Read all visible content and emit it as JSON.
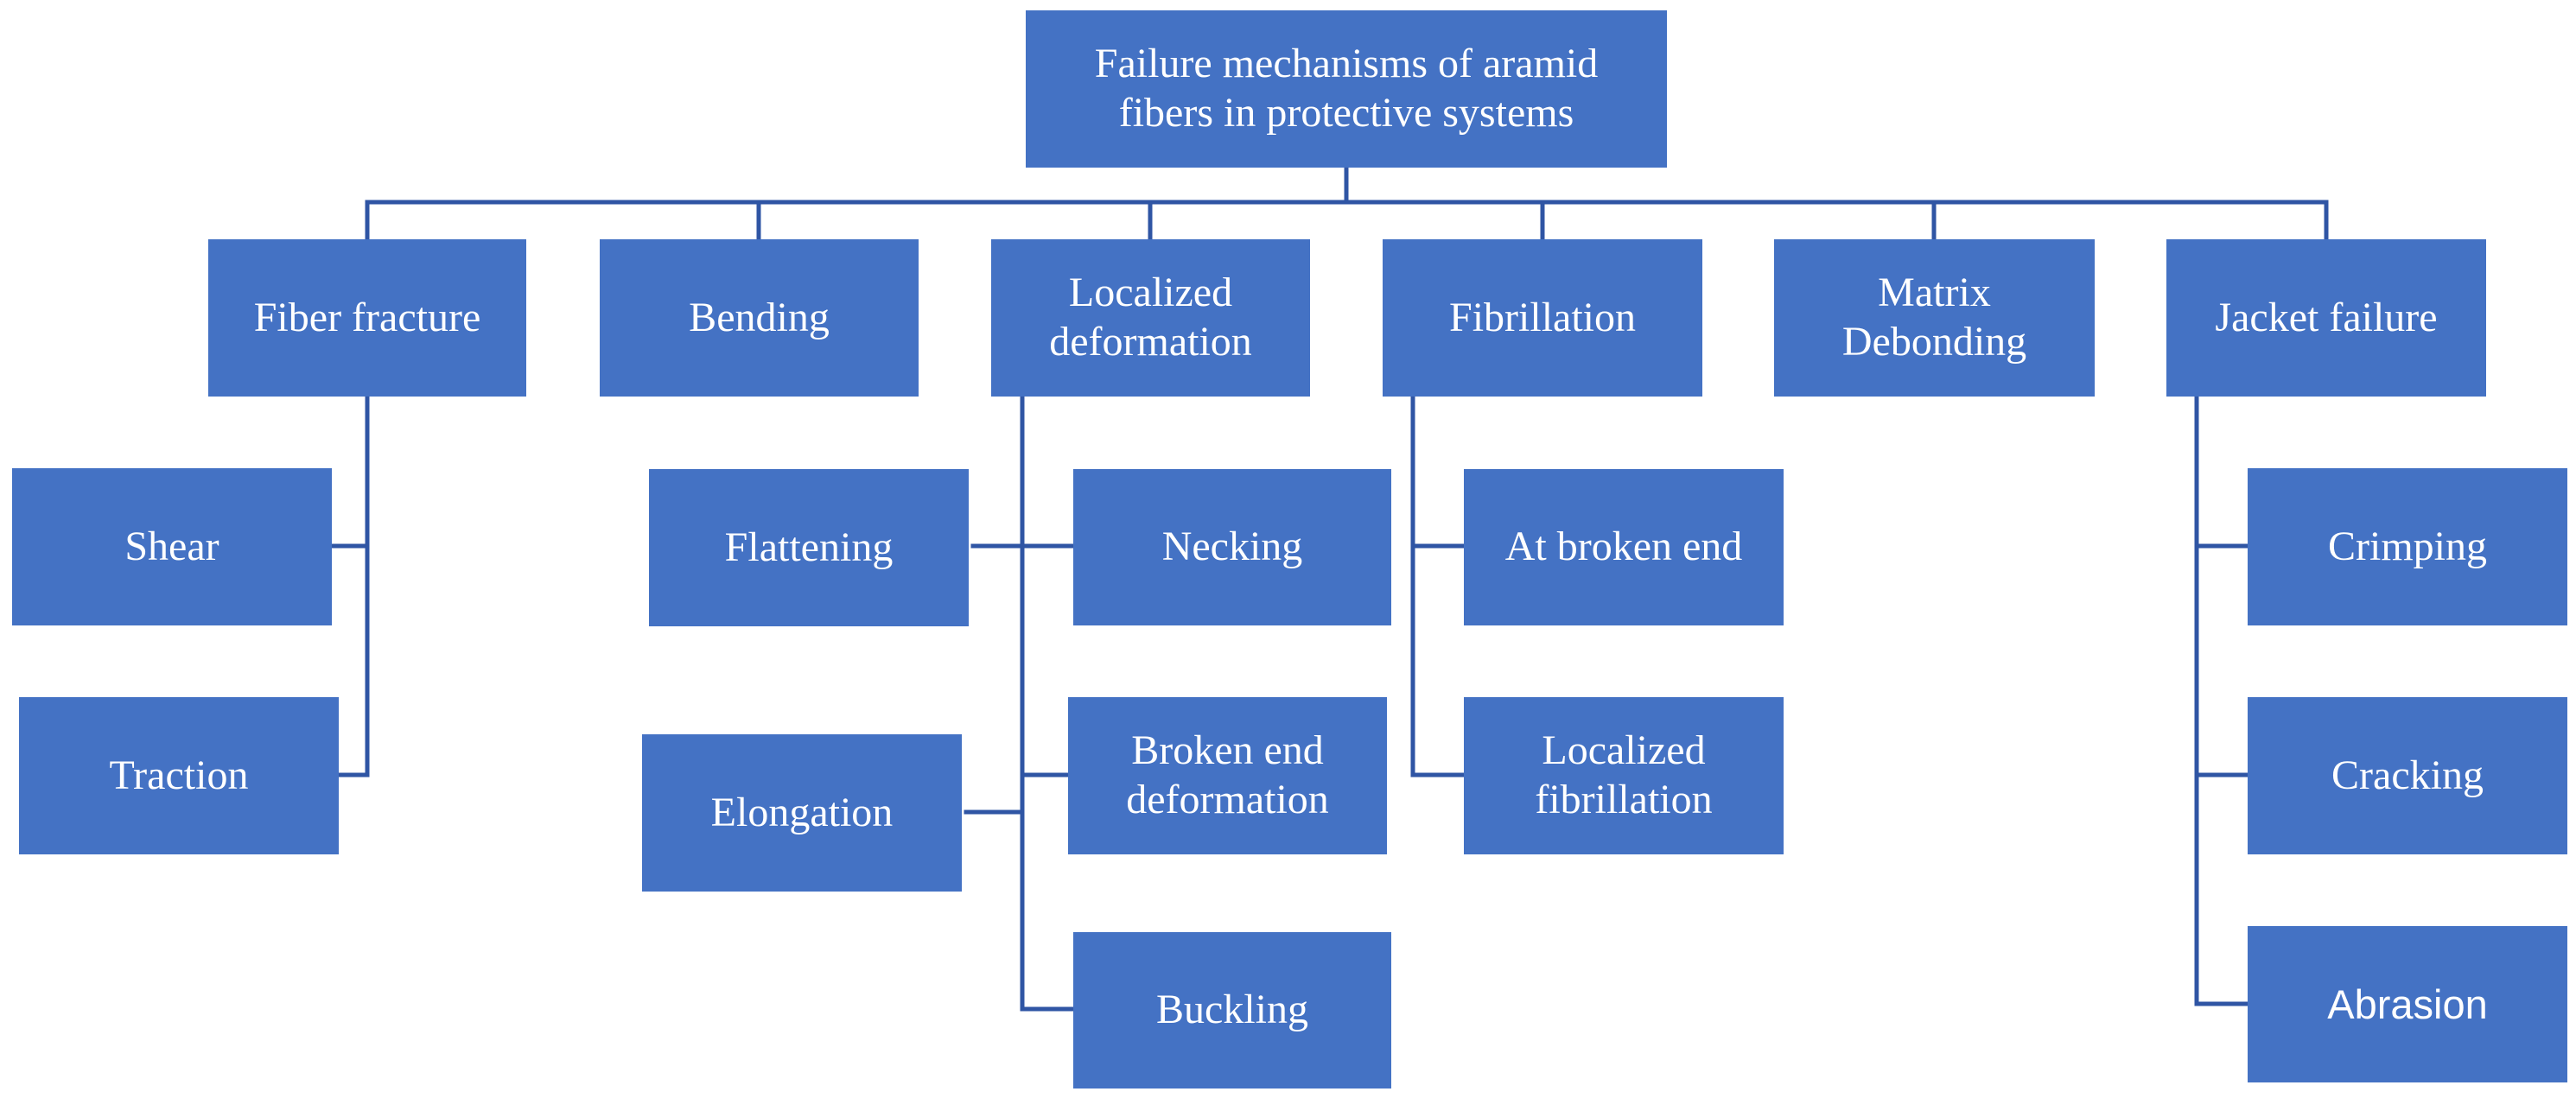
{
  "root": {
    "label": "Failure mechanisms of aramid\nfibers in protective systems"
  },
  "categories": {
    "fiber_fracture": {
      "label": "Fiber fracture"
    },
    "bending": {
      "label": "Bending"
    },
    "localized_deformation": {
      "label": "Localized\ndeformation"
    },
    "fibrillation": {
      "label": "Fibrillation"
    },
    "matrix_debonding": {
      "label": "Matrix\nDebonding"
    },
    "jacket_failure": {
      "label": "Jacket failure"
    }
  },
  "subitems": {
    "shear": {
      "label": "Shear"
    },
    "traction": {
      "label": "Traction"
    },
    "flattening": {
      "label": "Flattening"
    },
    "elongation": {
      "label": "Elongation"
    },
    "necking": {
      "label": "Necking"
    },
    "broken_end_deformation": {
      "label": "Broken end\ndeformation"
    },
    "buckling": {
      "label": "Buckling"
    },
    "at_broken_end": {
      "label": "At broken end"
    },
    "localized_fibrillation": {
      "label": "Localized\nfibrillation"
    },
    "crimping": {
      "label": "Crimping"
    },
    "cracking": {
      "label": "Cracking"
    },
    "abrasion": {
      "label": "Abrasion"
    }
  },
  "colors": {
    "box_fill": "#4472c4",
    "connector": "#2f55a4",
    "text": "#ffffff"
  }
}
